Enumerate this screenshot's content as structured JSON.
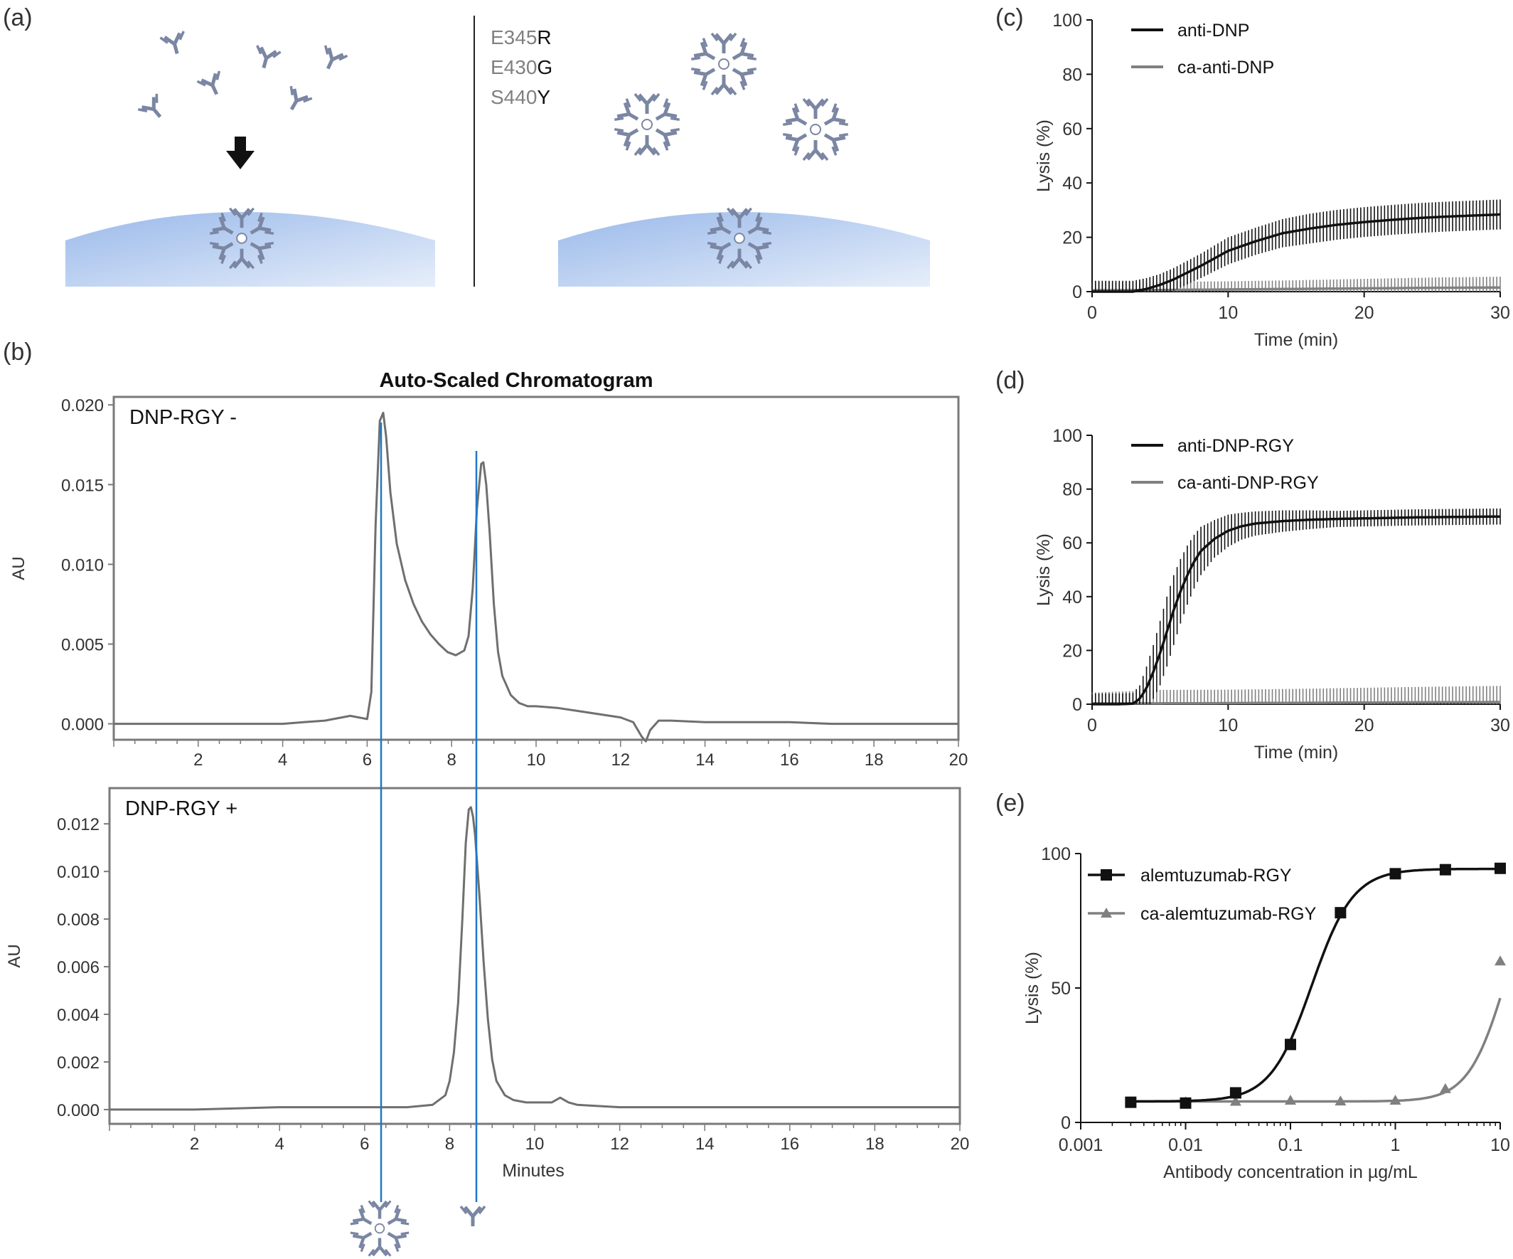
{
  "colors": {
    "ab": "#7b86a3",
    "black": "#111111",
    "gray": "#808080",
    "trace": "#6f6f6f",
    "frame": "#7a7a7a",
    "guide": "#1f78c8",
    "dish_top": "#9ab9ea",
    "dish_bottom": "#e3ecf9"
  },
  "panel_a": {
    "label": "(a)",
    "mutations": [
      {
        "base": "E345",
        "suffix": "R"
      },
      {
        "base": "E430",
        "suffix": "G"
      },
      {
        "base": "S440",
        "suffix": "Y"
      }
    ]
  },
  "panel_b": {
    "label": "(b)",
    "title": "Auto-Scaled Chromatogram",
    "xlabel": "Minutes"
  },
  "panel_c": {
    "label": "(c)"
  },
  "panel_d": {
    "label": "(d)"
  },
  "panel_e": {
    "label": "(e)"
  },
  "chart_data": [
    {
      "id": "c",
      "type": "line",
      "xlabel": "Time (min)",
      "ylabel": "Lysis (%)",
      "xlim": [
        0,
        30
      ],
      "ylim": [
        0,
        100
      ],
      "xticks": [
        0,
        10,
        20,
        30
      ],
      "yticks": [
        0,
        20,
        40,
        60,
        80,
        100
      ],
      "legend_position": "top-left",
      "series": [
        {
          "name": "anti-DNP",
          "color": "#111111",
          "x": [
            0,
            2,
            3,
            4,
            5,
            6,
            8,
            10,
            12,
            14,
            16,
            18,
            20,
            22,
            24,
            26,
            28,
            30
          ],
          "y": [
            0,
            0,
            0,
            1,
            2.5,
            4.5,
            9.5,
            15,
            18.5,
            21.5,
            23.2,
            24.6,
            25.6,
            26.4,
            27.1,
            27.6,
            28,
            28.4
          ],
          "err": [
            4,
            4,
            4,
            4,
            4,
            4.2,
            4.5,
            5,
            5,
            5.2,
            5.5,
            5.5,
            5.5,
            5.5,
            5.5,
            5.5,
            5.5,
            5.5
          ]
        },
        {
          "name": "ca-anti-DNP",
          "color": "#808080",
          "x": [
            0,
            5,
            10,
            15,
            20,
            25,
            30
          ],
          "y": [
            0.5,
            0.6,
            0.8,
            1,
            1.2,
            1.4,
            1.5
          ],
          "err": [
            3,
            3,
            3,
            3.2,
            3.5,
            3.8,
            4
          ]
        }
      ]
    },
    {
      "id": "d",
      "type": "line",
      "xlabel": "Time (min)",
      "ylabel": "Lysis (%)",
      "xlim": [
        0,
        30
      ],
      "ylim": [
        0,
        100
      ],
      "xticks": [
        0,
        10,
        20,
        30
      ],
      "yticks": [
        0,
        20,
        40,
        60,
        80,
        100
      ],
      "legend_position": "top-left",
      "series": [
        {
          "name": "anti-DNP-RGY",
          "color": "#111111",
          "x": [
            0,
            2,
            3,
            3.5,
            4,
            4.5,
            5,
            5.5,
            6,
            6.5,
            7,
            7.5,
            8,
            9,
            10,
            11,
            12,
            14,
            16,
            18,
            20,
            22,
            24,
            26,
            28,
            30
          ],
          "y": [
            0,
            0,
            0.2,
            2,
            6,
            12,
            19,
            27,
            35,
            42,
            48,
            53,
            57,
            61.5,
            64.5,
            66.2,
            67.2,
            68.1,
            68.6,
            68.9,
            69.1,
            69.3,
            69.5,
            69.6,
            69.7,
            69.8
          ],
          "err": [
            4,
            4,
            4,
            5,
            8,
            10,
            12,
            13,
            13,
            12,
            11,
            10,
            9,
            7,
            6,
            5,
            4.5,
            4,
            3.5,
            3,
            3,
            3,
            3,
            3,
            3,
            3
          ]
        },
        {
          "name": "ca-anti-DNP-RGY",
          "color": "#808080",
          "x": [
            0,
            5,
            10,
            15,
            20,
            25,
            30
          ],
          "y": [
            0.3,
            0.3,
            0.4,
            0.5,
            0.6,
            0.7,
            0.8
          ],
          "err": [
            4,
            5,
            5,
            5.2,
            5.5,
            5.8,
            6
          ]
        }
      ]
    },
    {
      "id": "e",
      "type": "scatter",
      "xscale": "log",
      "xlabel": "Antibody concentration in µg/mL",
      "ylabel": "Lysis (%)",
      "xlim": [
        0.001,
        10
      ],
      "ylim": [
        0,
        100
      ],
      "xticks": [
        "0.001",
        "0.01",
        "0.1",
        "1",
        "10"
      ],
      "yticks": [
        0,
        50,
        100
      ],
      "legend_position": "top-left",
      "series": [
        {
          "name": "alemtuzumab-RGY",
          "color": "#111111",
          "marker": "square",
          "x": [
            0.003,
            0.01,
            0.03,
            0.1,
            0.3,
            1,
            3,
            10
          ],
          "y": [
            7.5,
            7.2,
            11,
            29,
            78,
            92.5,
            94,
            94.5
          ],
          "fit": {
            "bottom": 7.8,
            "top": 94.3,
            "ec50": 0.16,
            "hill": 2.2
          }
        },
        {
          "name": "ca-alemtuzumab-RGY",
          "color": "#808080",
          "marker": "triangle",
          "x": [
            0.003,
            0.01,
            0.03,
            0.1,
            0.3,
            1,
            3,
            10
          ],
          "y": [
            7.6,
            7.6,
            7.8,
            8.2,
            7.9,
            8.2,
            12.5,
            60
          ],
          "fit": {
            "bottom": 7.8,
            "top": 100,
            "ec50": 11.5,
            "hill": 2.4
          }
        }
      ]
    },
    {
      "id": "b1",
      "type": "line",
      "title": "DNP-RGY -",
      "ylabel": "AU",
      "xlim": [
        0,
        20
      ],
      "ylim": [
        -0.001,
        0.0205
      ],
      "xticks": [
        2,
        4,
        6,
        8,
        10,
        12,
        14,
        16,
        18,
        20
      ],
      "yticks": [
        "0.000",
        "0.005",
        "0.010",
        "0.015",
        "0.020"
      ],
      "series": [
        {
          "name": "",
          "color": "#6f6f6f",
          "x": [
            0,
            2,
            3,
            4,
            4.5,
            5,
            5.4,
            5.6,
            5.8,
            6.0,
            6.1,
            6.2,
            6.3,
            6.38,
            6.45,
            6.55,
            6.7,
            6.9,
            7.1,
            7.3,
            7.5,
            7.7,
            7.9,
            8.1,
            8.3,
            8.4,
            8.5,
            8.6,
            8.7,
            8.75,
            8.82,
            8.9,
            9.0,
            9.1,
            9.2,
            9.4,
            9.6,
            9.8,
            10,
            10.5,
            11,
            11.5,
            12,
            12.3,
            12.5,
            12.6,
            12.7,
            12.9,
            13.2,
            14,
            15,
            16,
            17,
            18,
            19,
            20
          ],
          "y": [
            0,
            0,
            0,
            0,
            0.0001,
            0.0002,
            0.0004,
            0.0005,
            0.0004,
            0.0003,
            0.002,
            0.0125,
            0.019,
            0.0195,
            0.018,
            0.0145,
            0.0113,
            0.009,
            0.0075,
            0.0064,
            0.0056,
            0.005,
            0.0045,
            0.0043,
            0.0046,
            0.0055,
            0.0085,
            0.0135,
            0.0163,
            0.0164,
            0.015,
            0.012,
            0.0075,
            0.0045,
            0.003,
            0.0018,
            0.0013,
            0.0011,
            0.0011,
            0.001,
            0.0008,
            0.0006,
            0.0004,
            0.0001,
            -0.0008,
            -0.0011,
            -0.0004,
            0.0002,
            0.0002,
            0.0001,
            0.0001,
            0.0001,
            0,
            0,
            0,
            0
          ]
        }
      ]
    },
    {
      "id": "b2",
      "type": "line",
      "title": "DNP-RGY +",
      "ylabel": "AU",
      "xlim": [
        0,
        20
      ],
      "ylim": [
        -0.0006,
        0.0135
      ],
      "xticks": [
        2,
        4,
        6,
        8,
        10,
        12,
        14,
        16,
        18,
        20
      ],
      "yticks": [
        "0.000",
        "0.002",
        "0.004",
        "0.006",
        "0.008",
        "0.010",
        "0.012"
      ],
      "series": [
        {
          "name": "",
          "color": "#6f6f6f",
          "x": [
            0,
            2,
            4,
            6,
            7,
            7.6,
            7.9,
            8.0,
            8.1,
            8.2,
            8.3,
            8.38,
            8.45,
            8.5,
            8.55,
            8.6,
            8.7,
            8.8,
            8.9,
            9.0,
            9.1,
            9.3,
            9.5,
            9.8,
            10,
            10.4,
            10.6,
            10.8,
            11,
            12,
            13,
            14,
            15,
            16,
            17,
            18,
            19,
            20
          ],
          "y": [
            0,
            0,
            0.0001,
            0.0001,
            0.0001,
            0.0002,
            0.0006,
            0.0012,
            0.0024,
            0.0045,
            0.008,
            0.0112,
            0.0126,
            0.0127,
            0.0123,
            0.0115,
            0.009,
            0.0062,
            0.0038,
            0.0021,
            0.0012,
            0.0006,
            0.0004,
            0.0003,
            0.0003,
            0.0003,
            0.0005,
            0.0003,
            0.0002,
            0.0001,
            0.0001,
            0.0001,
            0.0001,
            0.0001,
            0.0001,
            0.0001,
            0.0001,
            0.0001
          ]
        }
      ]
    }
  ]
}
